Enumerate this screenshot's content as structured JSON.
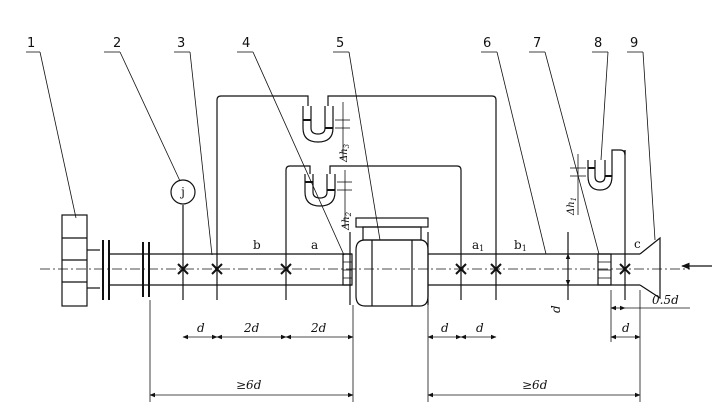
{
  "callouts": [
    "1",
    "2",
    "3",
    "4",
    "5",
    "6",
    "7",
    "8",
    "9"
  ],
  "section_labels": {
    "b": "b",
    "a": "a",
    "a1": "a",
    "a1_sub": "1",
    "b1": "b",
    "b1_sub": "1",
    "c": "c"
  },
  "gauge_letter": "j",
  "manometers": {
    "dh1": "Δh",
    "dh1_sub": "1",
    "dh2": "Δh",
    "dh2_sub": "2",
    "dh3": "Δh",
    "dh3_sub": "3"
  },
  "dimensions": {
    "d1": "d",
    "two_d_1": "2d",
    "two_d_2": "2d",
    "d2": "d",
    "d3": "d",
    "d4": "d",
    "d_vertical": "d",
    "half_d": "0.5d",
    "ge6d_left": "≥6d",
    "ge6d_right": "≥6d"
  },
  "flow_direction": "right-to-left"
}
